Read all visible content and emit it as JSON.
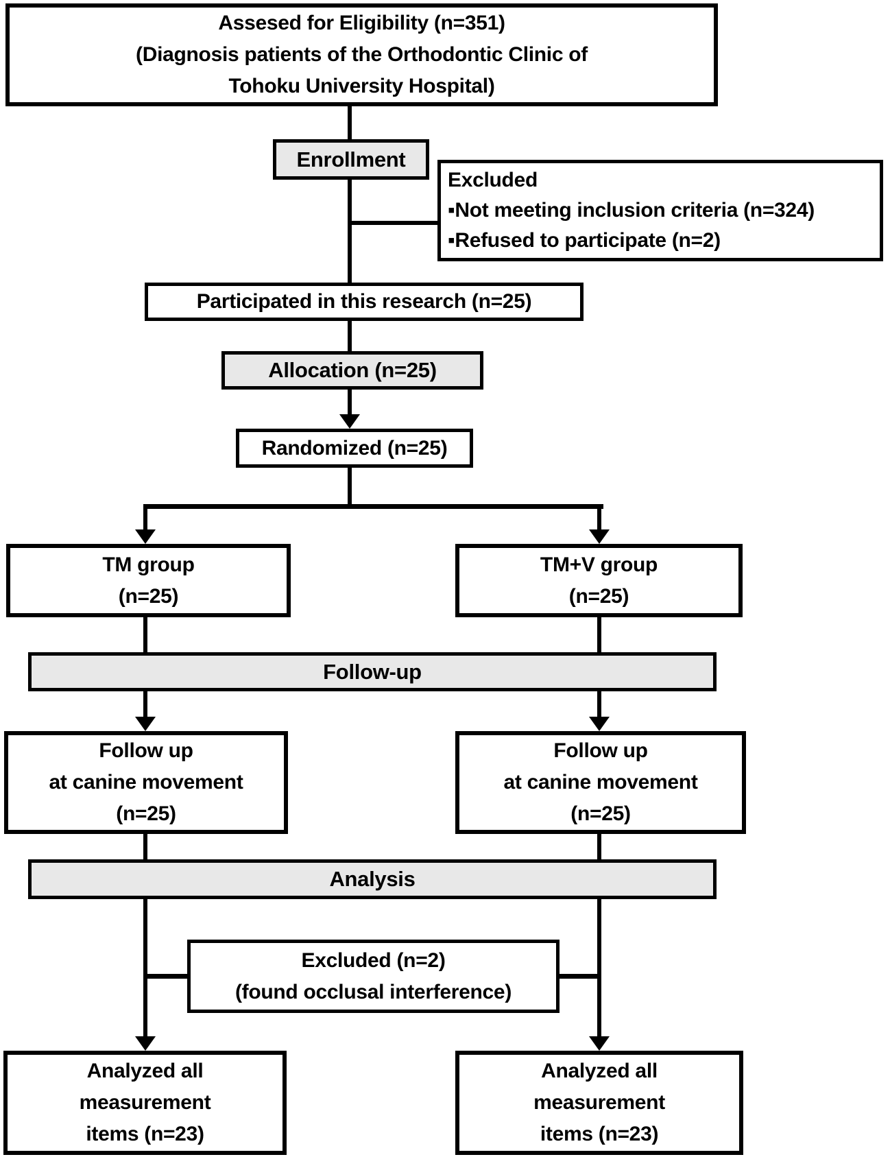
{
  "diagram": {
    "eligibility": {
      "lines": [
        "Assesed for Eligibility (n=351)",
        "(Diagnosis patients of the Orthodontic Clinic of",
        "Tohoku University Hospital)"
      ]
    },
    "enrollment_label": "Enrollment",
    "excluded_enrollment": {
      "title": "Excluded",
      "items": [
        "▪Not meeting inclusion criteria (n=324)",
        "▪Refused to participate (n=2)"
      ]
    },
    "participated": "Participated in this research (n=25)",
    "allocation_label": "Allocation (n=25)",
    "randomized": "Randomized (n=25)",
    "tm_group": {
      "lines": [
        "TM group",
        "(n=25)"
      ]
    },
    "tmv_group": {
      "lines": [
        "TM+V group",
        "(n=25)"
      ]
    },
    "followup_label": "Follow-up",
    "followup_tm": {
      "lines": [
        "Follow up",
        "at canine movement",
        "(n=25)"
      ]
    },
    "followup_tmv": {
      "lines": [
        "Follow up",
        "at canine movement",
        "(n=25)"
      ]
    },
    "analysis_label": "Analysis",
    "excluded_analysis": {
      "lines": [
        "Excluded (n=2)",
        "(found occlusal interference)"
      ]
    },
    "analyzed_tm": {
      "lines": [
        "Analyzed all",
        "measurement",
        "items (n=23)"
      ]
    },
    "analyzed_tmv": {
      "lines": [
        "Analyzed all",
        "measurement",
        "items (n=23)"
      ]
    }
  },
  "colors": {
    "background": "#ffffff",
    "border": "#000000",
    "text": "#000000",
    "stage_fill": "#e8e8e8"
  }
}
